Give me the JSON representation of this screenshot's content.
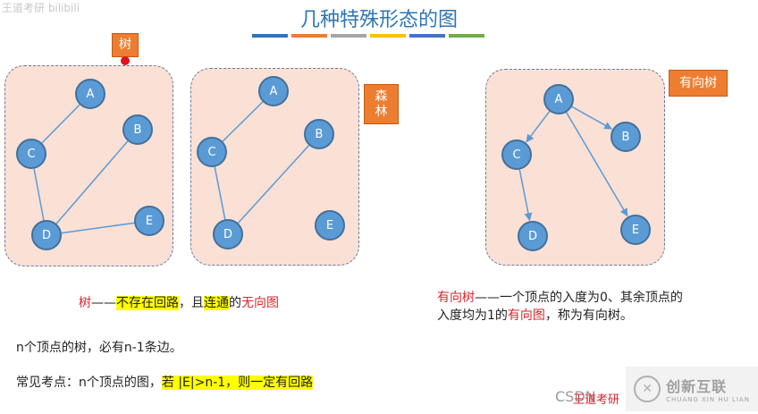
{
  "title": "几种特殊形态的图",
  "title_bar_colors": [
    "#2e75b6",
    "#ed7d31",
    "#a5a5a5",
    "#ffc000",
    "#4472c4",
    "#70ad47"
  ],
  "watermark_left": "王道考研 bilibili",
  "graphs": {
    "tree": {
      "label": "树",
      "nodes": [
        {
          "id": "A",
          "label": "A"
        },
        {
          "id": "B",
          "label": "B"
        },
        {
          "id": "C",
          "label": "C"
        },
        {
          "id": "D",
          "label": "D"
        },
        {
          "id": "E",
          "label": "E"
        }
      ],
      "edges": [
        [
          "A",
          "C"
        ],
        [
          "C",
          "D"
        ],
        [
          "D",
          "B"
        ],
        [
          "D",
          "E"
        ]
      ]
    },
    "forest": {
      "label": "森林",
      "nodes": [
        {
          "id": "A",
          "label": "A"
        },
        {
          "id": "B",
          "label": "B"
        },
        {
          "id": "C",
          "label": "C"
        },
        {
          "id": "D",
          "label": "D"
        },
        {
          "id": "E",
          "label": "E"
        }
      ],
      "edges": [
        [
          "A",
          "C"
        ],
        [
          "C",
          "D"
        ],
        [
          "D",
          "B"
        ]
      ]
    },
    "directed_tree": {
      "label": "有向树",
      "nodes": [
        {
          "id": "A",
          "label": "A"
        },
        {
          "id": "B",
          "label": "B"
        },
        {
          "id": "C",
          "label": "C"
        },
        {
          "id": "D",
          "label": "D"
        },
        {
          "id": "E",
          "label": "E"
        }
      ],
      "edges": [
        [
          "A",
          "C"
        ],
        [
          "A",
          "B"
        ],
        [
          "A",
          "E"
        ],
        [
          "C",
          "D"
        ]
      ]
    }
  },
  "captions": {
    "tree_def": {
      "term": "树",
      "dash": "——",
      "p1": "不存在回路",
      "p2": "，且",
      "p3": "连通",
      "p4": "的",
      "p5": "无向图"
    },
    "dtree_def": {
      "term": "有向树",
      "dash": "——",
      "p1": "一个顶点的入度为0、其余顶点的",
      "p2": "入度均为1的",
      "p3": "有向图",
      "p4": "，称为有向树。"
    },
    "note1": "n个顶点的树，必有n-1条边。",
    "note2_pre": "常见考点：n个顶点的图，",
    "note2_hl": "若 |E|>n-1，则一定有回路"
  },
  "watermark_right": {
    "logo": "✕",
    "name": "创新互联",
    "pinyin": "CHUANG XIN HU LIAN"
  },
  "footer_csdn": "CSDN",
  "footer_wd": "王道考研"
}
